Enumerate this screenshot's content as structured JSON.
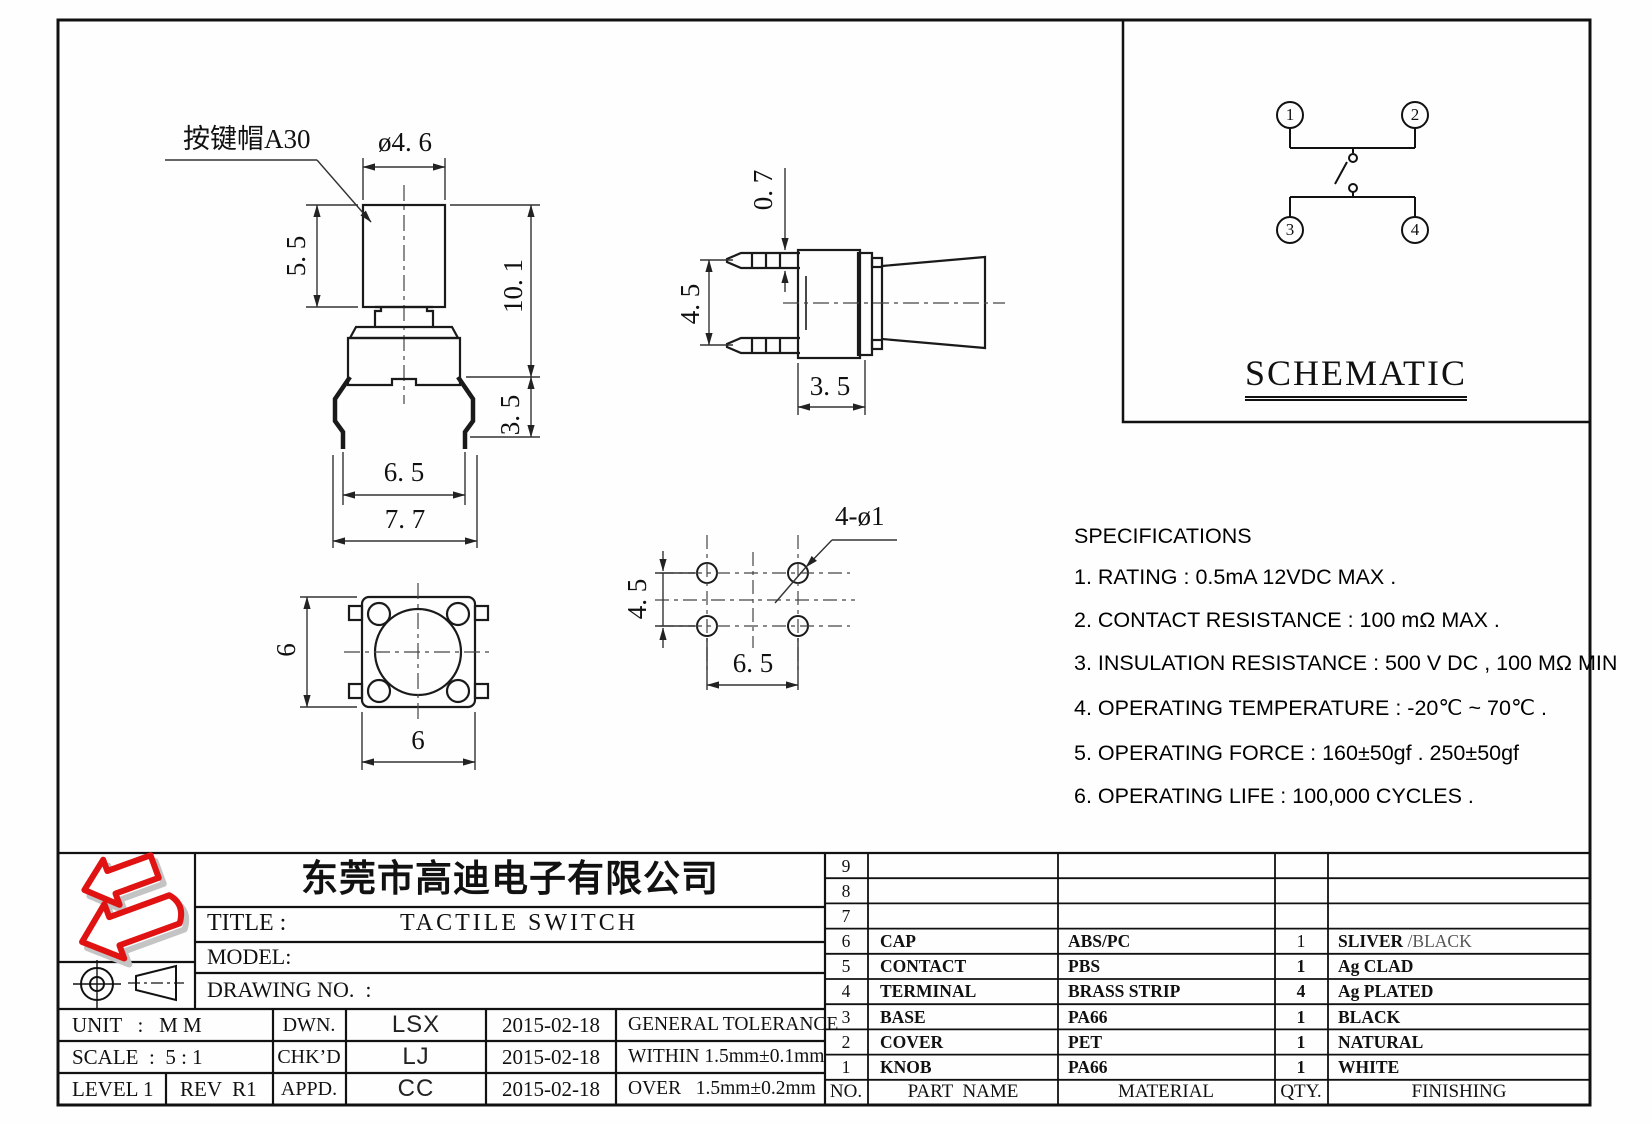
{
  "views": {
    "front": {
      "cap_label": "按键帽A30",
      "cap_dia": "ø4. 6",
      "cap_h": "5. 5",
      "total_h": "10. 1",
      "leg_h": "3. 5",
      "inner_w": "6. 5",
      "outer_w": "7. 7"
    },
    "side": {
      "pin_thickness": "0. 7",
      "pin_pitch": "4. 5",
      "body_w": "3. 5"
    },
    "bottom": {
      "body_h": "6",
      "body_w": "6"
    },
    "pcb": {
      "holes": "4-ø1",
      "pitch_v": "4. 5",
      "pitch_h": "6. 5"
    }
  },
  "schematic": {
    "title": "SCHEMATIC",
    "pins": [
      "1",
      "2",
      "3",
      "4"
    ]
  },
  "specs": {
    "title": "SPECIFICATIONS",
    "items": [
      "1. RATING : 0.5mA 12VDC MAX .",
      "2. CONTACT RESISTANCE : 100 mΩ MAX .",
      "3. INSULATION RESISTANCE : 500 V DC , 100 MΩ MIN",
      "4. OPERATING TEMPERATURE : -20℃ ~ 70℃ .",
      "5. OPERATING FORCE : 160±50gf . 250±50gf",
      "6. OPERATING LIFE : 100,000 CYCLES ."
    ]
  },
  "title_block": {
    "company": "东莞市高迪电子有限公司",
    "title_label": "TITLE :",
    "title_value": "TACTILE SWITCH",
    "model_label": "MODEL:",
    "drawing_no_label": "DRAWING NO.  :",
    "unit": "UNIT   :   M M",
    "scale": "SCALE  :  5 : 1",
    "level": "LEVEL 1",
    "rev": "REV  R1",
    "dwn_label": "DWN.",
    "chkd_label": "CHK’D",
    "appd_label": "APPD.",
    "dwn_name": "LSX",
    "chkd_name": "LJ",
    "appd_name": "CC",
    "dwn_date": "2015-02-18",
    "chkd_date": "2015-02-18",
    "appd_date": "2015-02-18",
    "tol_title": "GENERAL TOLERANCE",
    "tol_within": "WITHIN 1.5mm±0.1mm",
    "tol_over": "OVER   1.5mm±0.2mm"
  },
  "parts_table": {
    "headers": {
      "no": "NO.",
      "part": "PART  NAME",
      "material": "MATERIAL",
      "qty": "QTY.",
      "finishing": "FINISHING"
    },
    "rows": [
      {
        "no": "9",
        "part": "",
        "material": "",
        "qty": "",
        "finishing": "",
        "finishing2": ""
      },
      {
        "no": "8",
        "part": "",
        "material": "",
        "qty": "",
        "finishing": "",
        "finishing2": ""
      },
      {
        "no": "7",
        "part": "",
        "material": "",
        "qty": "",
        "finishing": "",
        "finishing2": ""
      },
      {
        "no": "6",
        "part": "CAP",
        "material": "ABS/PC",
        "qty": "1",
        "finishing": "SLIVER",
        "finishing2": " /BLACK"
      },
      {
        "no": "5",
        "part": "CONTACT",
        "material": "PBS",
        "qty": "1",
        "finishing": "Ag CLAD",
        "finishing2": ""
      },
      {
        "no": "4",
        "part": "TERMINAL",
        "material": "BRASS STRIP",
        "qty": "4",
        "finishing": "Ag PLATED",
        "finishing2": ""
      },
      {
        "no": "3",
        "part": "BASE",
        "material": "PA66",
        "qty": "1",
        "finishing": "BLACK",
        "finishing2": ""
      },
      {
        "no": "2",
        "part": "COVER",
        "material": "PET",
        "qty": "1",
        "finishing": "NATURAL",
        "finishing2": ""
      },
      {
        "no": "1",
        "part": "KNOB",
        "material": "PA66",
        "qty": "1",
        "finishing": "WHITE",
        "finishing2": ""
      }
    ]
  }
}
